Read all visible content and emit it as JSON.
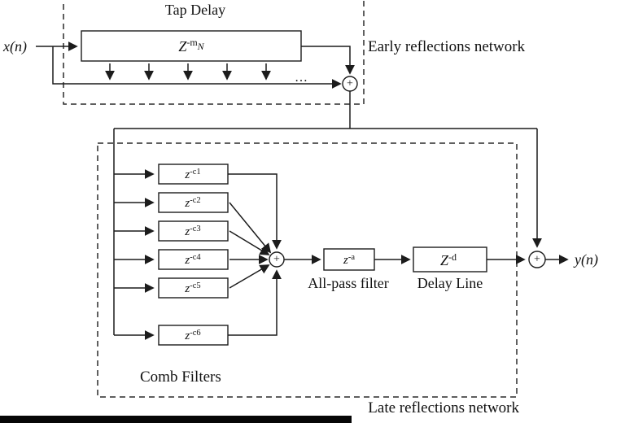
{
  "diagram": {
    "input_label": "x(n)",
    "output_label": "y(n)",
    "early": {
      "title": "Tap Delay",
      "network_label": "Early reflections network",
      "delay_block": {
        "base": "Z",
        "exp": "-m",
        "sub": "N"
      },
      "ellipsis": "…",
      "sum_symbol": "+"
    },
    "late": {
      "network_label": "Late reflections network",
      "comb_label": "Comb Filters",
      "allpass_label": "All-pass filter",
      "delayline_label": "Delay Line",
      "allpass_block": {
        "base": "z",
        "exp": "-a"
      },
      "delayline_block": {
        "base": "Z",
        "exp": "-d"
      },
      "combs": [
        {
          "base": "z",
          "exp": "-c1"
        },
        {
          "base": "z",
          "exp": "-c2"
        },
        {
          "base": "z",
          "exp": "-c3"
        },
        {
          "base": "z",
          "exp": "-c4"
        },
        {
          "base": "z",
          "exp": "-c5"
        },
        {
          "base": "z",
          "exp": "-c6"
        }
      ],
      "sum_symbol": "+"
    },
    "colors": {
      "line": "#1c1c1c",
      "background": "#ffffff",
      "artifact": "#060606"
    }
  }
}
